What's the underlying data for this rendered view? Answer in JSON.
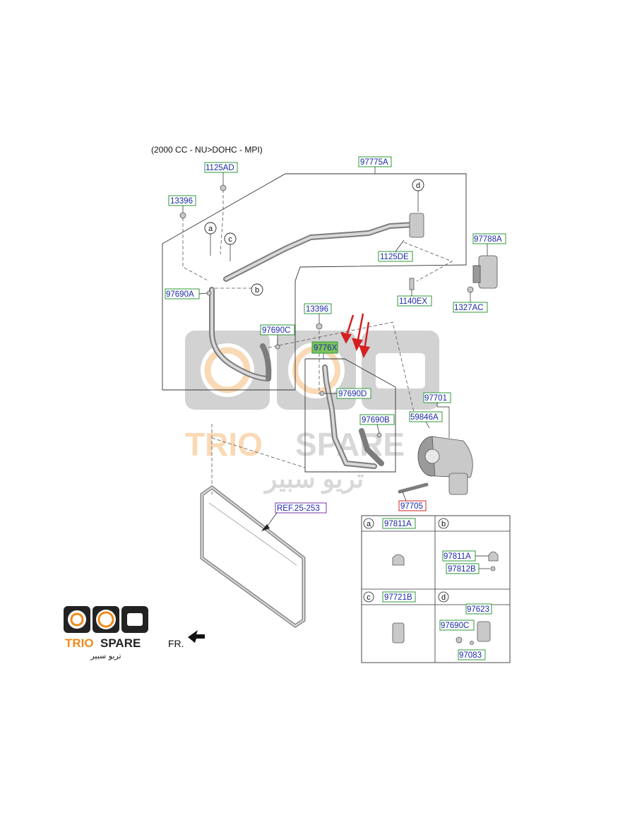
{
  "diagram": {
    "title": "(2000 CC - NU>DOHC - MPI)",
    "front_label": "FR.",
    "parts": {
      "p97775A": "97775A",
      "p1125AD": "1125AD",
      "p13396_top": "13396",
      "p1125DE": "1125DE",
      "p97788A": "97788A",
      "p97690A": "97690A",
      "p1140EX": "1140EX",
      "p1327AC": "1327AC",
      "p13396_mid": "13396",
      "p97690C": "97690C",
      "p9776X": "9776X",
      "p97690D": "97690D",
      "p97701": "97701",
      "p59846A": "59846A",
      "p97690B": "97690B",
      "p97705": "97705",
      "pREF": "REF.25-253"
    },
    "callouts": {
      "a": "a",
      "b": "b",
      "c": "c",
      "d": "d"
    },
    "detail_table": {
      "a": {
        "letter": "a",
        "header": "97811A"
      },
      "b": {
        "letter": "b",
        "items": [
          "97811A",
          "97812B"
        ]
      },
      "c": {
        "letter": "c",
        "header": "97721B"
      },
      "d": {
        "letter": "d",
        "items": [
          "97623",
          "97690C",
          "97083"
        ]
      }
    }
  },
  "watermark": {
    "brand_latin_1": "TRIO",
    "brand_latin_2": "SPARE",
    "brand_arabic": "تريو سبير"
  },
  "logo": {
    "brand_latin_1": "TRIO",
    "brand_latin_2": "SPARE",
    "brand_arabic": "تريو سبير"
  },
  "colors": {
    "label_text": "#1a2aa8",
    "label_box": "#2e9a3a",
    "label_box_highlight": "#7cc35a",
    "label_box_red": "#d42020",
    "arrow_red": "#d42020",
    "brand_orange": "#f08a1c"
  }
}
